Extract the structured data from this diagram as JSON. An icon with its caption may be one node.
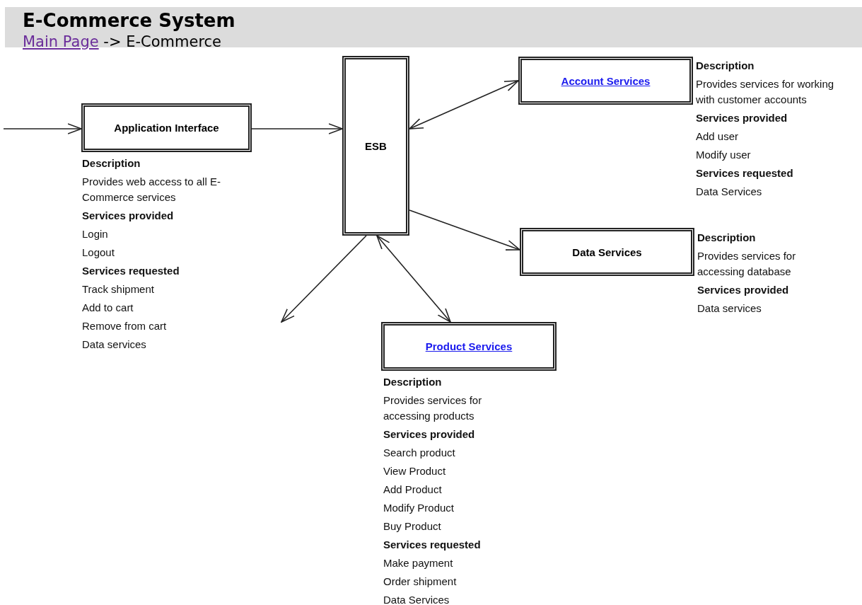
{
  "diagram": {
    "title": "E-Commerce System",
    "nodes": [
      {
        "text": [
          "Application Interface"
        ],
        "beside": [
          "Description",
          "Provides web access to all E-Commerce services",
          "Services provided",
          "Login",
          "Logout",
          "Services requested",
          "Track shipment",
          "Add to cart",
          "Remove from cart",
          "Data services"
        ]
      },
      {
        "text": [
          "ESB"
        ]
      },
      {
        "text": [
          "Account Services"
        ],
        "beside": [
          "Description",
          "Provides services for working with customer accounts",
          "Services provided",
          "Add user",
          "Modify user",
          "Services requested",
          "Data Services"
        ]
      },
      {
        "text": [
          "Data Services"
        ],
        "beside": [
          "Description",
          "Provides services for accessing database",
          "Services provided",
          "Data services"
        ]
      },
      {
        "text": [
          "Product Services"
        ],
        "beside": [
          "Description",
          "Provides services for accessing products",
          "Services provided",
          "Search product",
          "View Product",
          "Add Product",
          "Modify Product",
          "Buy Product",
          "Services requested",
          "Make payment",
          "Order shipment",
          "Data Services"
        ]
      }
    ],
    "edges": [
      {
        "from": null,
        "to": 0,
        "arrow": "to"
      },
      {
        "from": 0,
        "to": 1,
        "arrow": "to"
      },
      {
        "from": 1,
        "to": 2,
        "arrow": "both"
      },
      {
        "from": 1,
        "to": 3,
        "arrow": "to"
      },
      {
        "from": 1,
        "to": 4,
        "arrow": "both"
      },
      {
        "from": 1,
        "to": null,
        "arrow": "to"
      }
    ],
    "labels": [
      "Main Page",
      "-> E-Commerce"
    ]
  }
}
